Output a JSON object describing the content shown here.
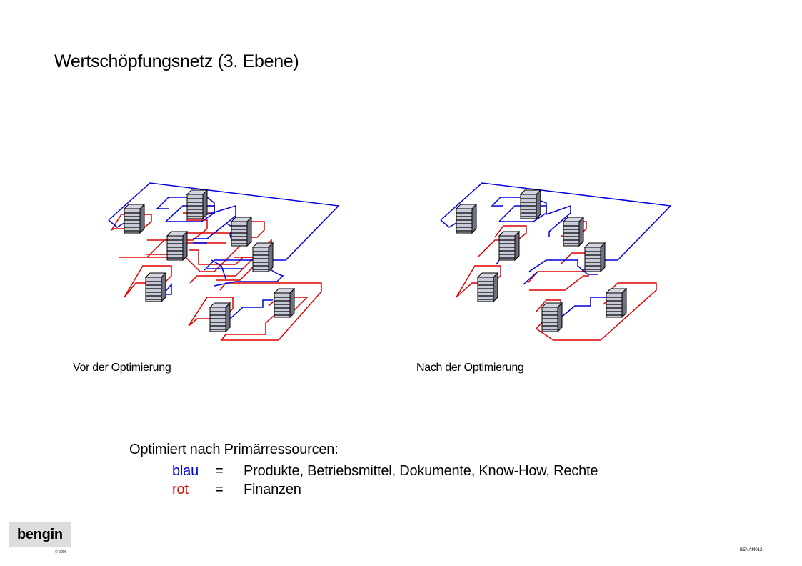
{
  "title": "Wertschöpfungsnetz (3. Ebene)",
  "diagrams": {
    "left": {
      "caption": "Vor der Optimierung"
    },
    "right": {
      "caption": "Nach der Optimierung"
    }
  },
  "colors": {
    "blue": "#0000dd",
    "red": "#e00000",
    "server_face": "#c9cad8",
    "server_side": "#6e6f80"
  },
  "legend": {
    "heading": "Optimiert nach Primärressourcen:",
    "rows": [
      {
        "key": "blau",
        "equals": "=",
        "description": "Produkte, Betriebsmittel, Dokumente, Know-How, Rechte",
        "color": "#0000dd"
      },
      {
        "key": "rot",
        "equals": "=",
        "description": "Finanzen",
        "color": "#e00000"
      }
    ]
  },
  "footer": {
    "logo": "bengin",
    "copyright": "© 2006",
    "doc_id": "BENAM012"
  }
}
